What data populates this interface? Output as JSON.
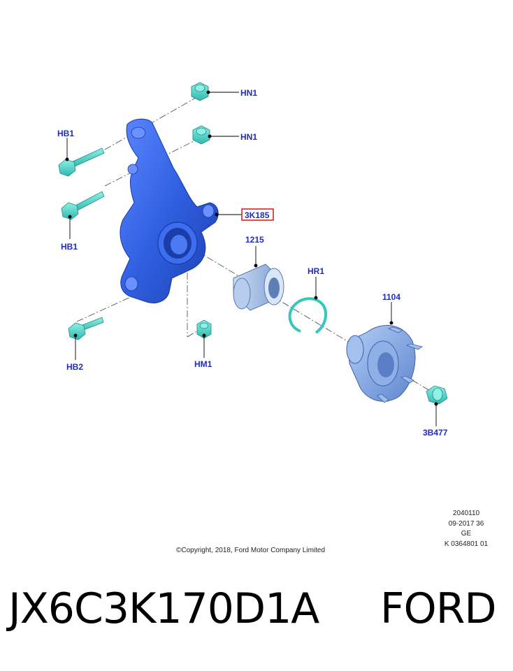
{
  "callouts": {
    "hn1_top": "HN1",
    "hn1_bottom": "HN1",
    "hb1_top": "HB1",
    "hb1_bottom": "HB1",
    "knuckle": "3K185",
    "bearing": "1215",
    "retaining_ring": "HR1",
    "hub": "1104",
    "hb2": "HB2",
    "hm1": "HM1",
    "hub_nut": "3B477"
  },
  "meta": {
    "line1": "2040110",
    "line2": "09-2017 36",
    "line3": "GE",
    "line4": "K 0364801 01"
  },
  "copyright": "©Copyright, 2018, Ford Motor Company Limited",
  "footer": {
    "part_number": "JX6C3K170D1A",
    "brand": "FORD"
  },
  "colors": {
    "label": "#1f2bbf",
    "knuckle": "#2f5fe0",
    "hardware": "#4fd2c8",
    "bearing": "#a9c3e6",
    "hub": "#7ea6e6",
    "highlight_box": "#e0201c"
  }
}
